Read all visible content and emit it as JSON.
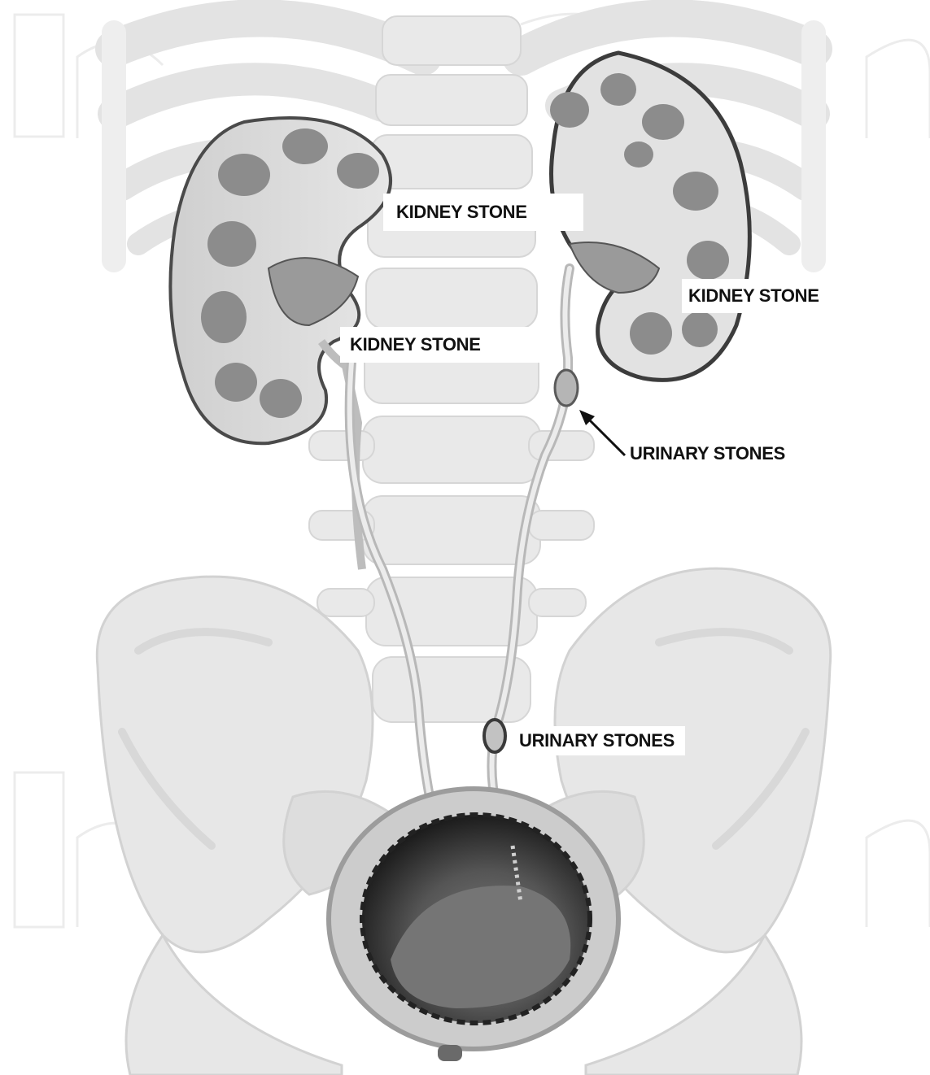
{
  "labels": {
    "kidney_stone_top": "KIDNEY STONE",
    "kidney_stone_right": "KIDNEY STONE",
    "kidney_stone_left": "KIDNEY STONE",
    "urinary_stones_upper": "URINARY STONES",
    "urinary_stones_lower": "URINARY STONES"
  },
  "colors": {
    "background": "#ffffff",
    "bone": "#e8e8e8",
    "bone_shadow": "#d2d2d2",
    "kidney_body": "#dcdcdc",
    "kidney_lobes": "#8c8c8c",
    "kidney_outline": "#4a4a4a",
    "ureter": "#cfcfcf",
    "bladder_dark": "#262626",
    "bladder_mid": "#6a6a6a",
    "text": "#111111"
  }
}
